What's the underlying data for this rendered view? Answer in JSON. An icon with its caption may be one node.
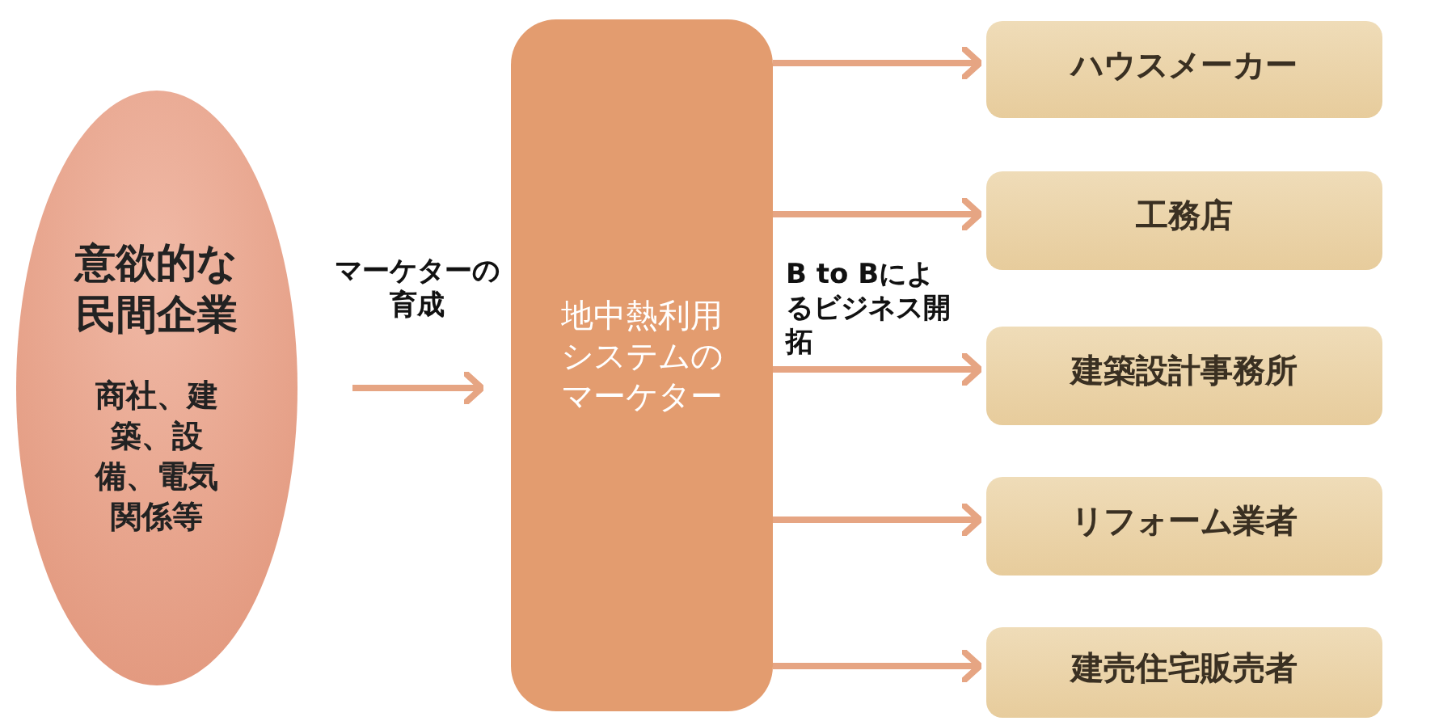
{
  "diagram": {
    "nodes": [
      {
        "text": [
          "意欲的な民間企業",
          "商社、建築、設備、電気関係等"
        ]
      },
      {
        "text": [
          "地中熱利用システムのマーケター"
        ]
      },
      {
        "text": [
          "ハウスメーカー"
        ]
      },
      {
        "text": [
          "工務店"
        ]
      },
      {
        "text": [
          "建築設計事務所"
        ]
      },
      {
        "text": [
          "リフォーム業者"
        ]
      },
      {
        "text": [
          "建売住宅販売者"
        ]
      }
    ],
    "edges": [
      {
        "from": 0,
        "to": 1,
        "arrow": "to",
        "label": "マーケターの育成"
      },
      {
        "from": 1,
        "to": 2,
        "arrow": "to"
      },
      {
        "from": 1,
        "to": 3,
        "arrow": "to"
      },
      {
        "from": 1,
        "to": 4,
        "arrow": "to"
      },
      {
        "from": 1,
        "to": 5,
        "arrow": "to"
      },
      {
        "from": 1,
        "to": 6,
        "arrow": "to"
      }
    ],
    "labels": [
      "B to Bによるビジネス開拓"
    ]
  }
}
